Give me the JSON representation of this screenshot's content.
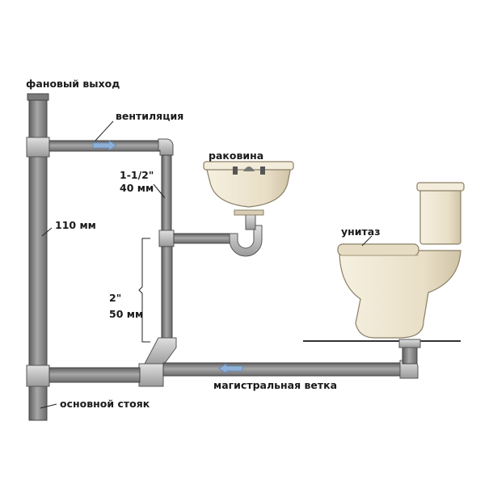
{
  "labels": {
    "vent_outlet": "фановый выход",
    "ventilation": "вентиляция",
    "sink": "раковина",
    "size_small_in": "1-1/2\"",
    "size_small_mm": "40 мм",
    "riser_size": "110 мм",
    "size_mid_in": "2\"",
    "size_mid_mm": "50 мм",
    "toilet": "унитаз",
    "main_branch": "магистральная ветка",
    "main_riser": "основной стояк"
  },
  "colors": {
    "pipe": "#8c8c8c",
    "pipe_dark": "#5e5e5e",
    "fitting": "#bdbdbd",
    "ceramic": "#efe7d4",
    "ceramic_shade": "#d9ceb5",
    "flow_arrow": "#8fb1d8",
    "ink": "#1a1a1a"
  }
}
